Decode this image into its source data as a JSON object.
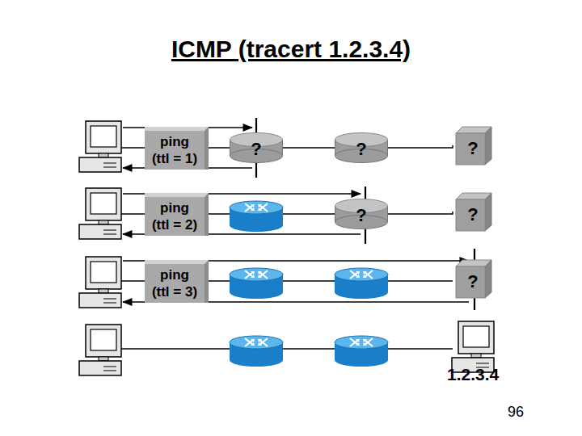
{
  "diagram": {
    "title": "ICMP (tracert 1.2.3.4)",
    "nodes": [
      {
        "text": [
          "ping (ttl = 1)"
        ]
      },
      {
        "text": [
          "?"
        ]
      },
      {
        "text": [
          "?"
        ]
      },
      {
        "text": [
          "?"
        ]
      },
      {
        "text": [
          "ping (ttl = 2)"
        ]
      },
      {
        "text": [
          "?"
        ]
      },
      {
        "text": [
          "?"
        ]
      },
      {
        "text": [
          "ping (ttl = 3)"
        ]
      },
      {
        "text": [
          "?"
        ]
      }
    ],
    "edges": [
      {
        "from": 1,
        "to": 2,
        "arrow": "none"
      },
      {
        "from": 2,
        "to": 3,
        "arrow": "none"
      },
      {
        "from": 5,
        "to": 6,
        "arrow": "none"
      }
    ],
    "labels": [
      "1.2.3.4",
      "96"
    ]
  }
}
